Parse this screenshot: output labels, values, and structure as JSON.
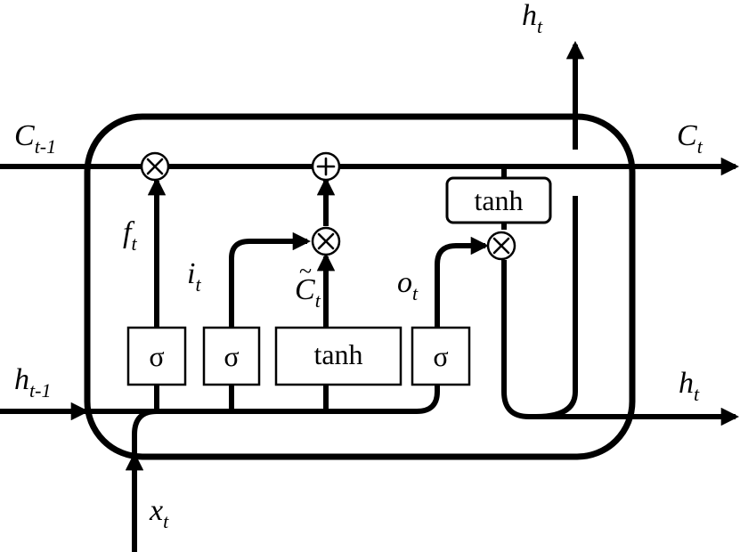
{
  "labels": {
    "c_prev": {
      "base": "C",
      "sub": "t-1"
    },
    "c_next": {
      "base": "C",
      "sub": "t"
    },
    "h_prev": {
      "base": "h",
      "sub": "t-1"
    },
    "h_next": {
      "base": "h",
      "sub": "t"
    },
    "h_top": {
      "base": "h",
      "sub": "t"
    },
    "x_in": {
      "base": "x",
      "sub": "t"
    },
    "forget": {
      "base": "f",
      "sub": "t"
    },
    "input": {
      "base": "i",
      "sub": "t"
    },
    "candidate": {
      "base": "C",
      "sub": "t",
      "accent": "~"
    },
    "output": {
      "base": "o",
      "sub": "t"
    }
  },
  "gates": {
    "sigma_forget": "σ",
    "sigma_input": "σ",
    "tanh_candidate": "tanh",
    "sigma_output": "σ",
    "tanh_cell": "tanh"
  },
  "operators": {
    "forget_mult": "multiply-icon",
    "cell_add": "plus-icon",
    "input_mult": "multiply-icon",
    "output_mult": "multiply-icon"
  }
}
